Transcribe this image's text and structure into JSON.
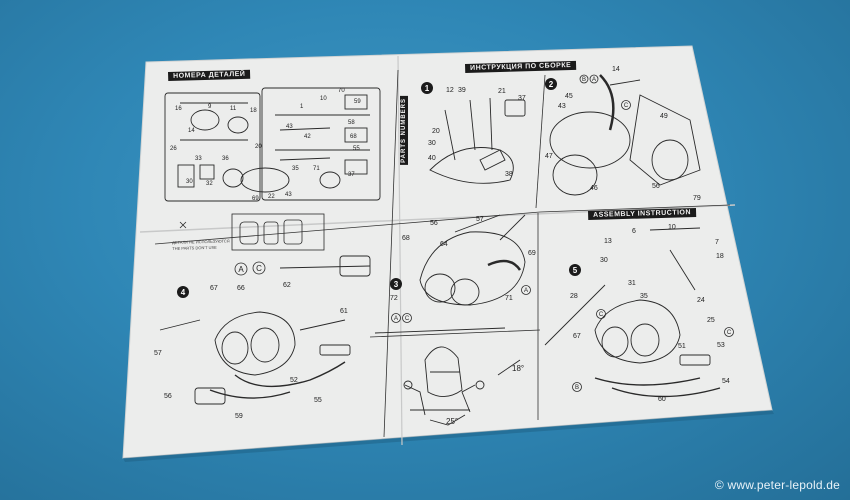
{
  "photo": {
    "background_color": "#2f87b6",
    "paper_color": "#ecedec",
    "ink_color": "#222222"
  },
  "instruction_sheet": {
    "parts_heading": "НОМЕРА ДЕТАЛЕЙ",
    "instructions_heading": "ИНСТРУКЦИЯ ПО СБОРКЕ",
    "assembly_heading": "ASSEMBLY INSTRUCTION",
    "parts_numbers_vertical": "PARTS NUMBERS",
    "footnote_line1": "ДЕТАЛИ НЕ ИСПОЛЬЗУЮТСЯ",
    "footnote_line2": "THE PARTS DON'T USE",
    "step_numbers": [
      "1",
      "2",
      "3",
      "4",
      "5"
    ],
    "angle_18": "18°",
    "angle_25": "25°",
    "marker_a": "A",
    "marker_b": "B",
    "marker_c": "C"
  },
  "watermark": {
    "text": "© www.peter-lepold.de"
  }
}
